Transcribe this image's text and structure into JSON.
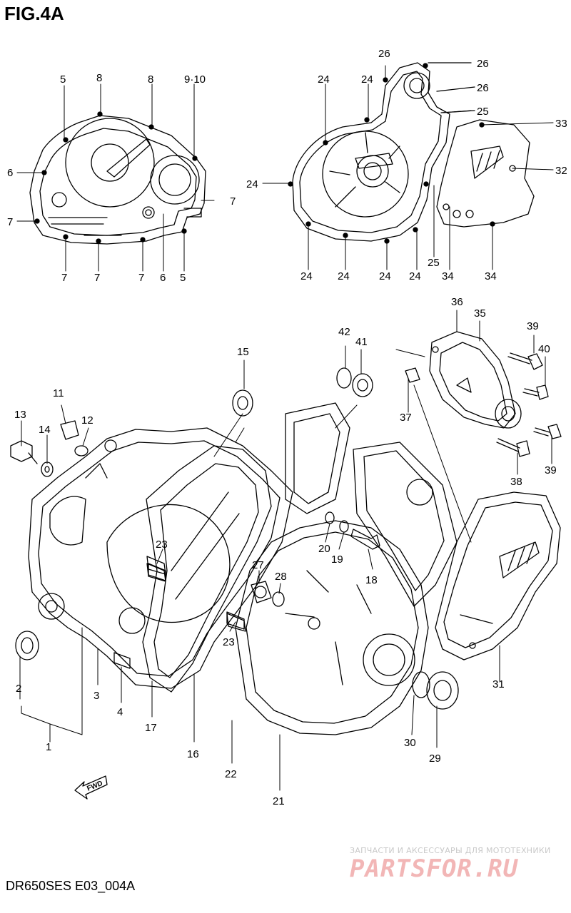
{
  "figure": {
    "title": "FIG.4A",
    "code": "DR650SES E03_004A",
    "fwd_label": "FWD"
  },
  "watermark": {
    "caption": "ЗАПЧАСТИ И АКСЕССУАРЫ ДЛЯ МОТОТЕХНИКИ",
    "logo": "PARTSFOR.RU"
  },
  "callouts": {
    "c1": "1",
    "c2": "2",
    "c3": "3",
    "c4": "4",
    "c5a": "5",
    "c5b": "5",
    "c6a": "6",
    "c6b": "6",
    "c7a": "7",
    "c7b": "7",
    "c7c": "7",
    "c7d": "7",
    "c7e": "7",
    "c8a": "8",
    "c8b": "8",
    "c910": "9·10",
    "c11": "11",
    "c12": "12",
    "c13": "13",
    "c14": "14",
    "c15": "15",
    "c16": "16",
    "c17": "17",
    "c18": "18",
    "c19": "19",
    "c20": "20",
    "c21": "21",
    "c22": "22",
    "c23a": "23",
    "c23b": "23",
    "c24a": "24",
    "c24b": "24",
    "c24c": "24",
    "c24d": "24",
    "c24e": "24",
    "c24f": "24",
    "c24g": "24",
    "c25a": "25",
    "c25b": "25",
    "c26a": "26",
    "c26b": "26",
    "c26c": "26",
    "c27": "27",
    "c28": "28",
    "c29": "29",
    "c30": "30",
    "c31": "31",
    "c32": "32",
    "c33": "33",
    "c34a": "34",
    "c34b": "34",
    "c35": "35",
    "c36": "36",
    "c37": "37",
    "c38": "38",
    "c39a": "39",
    "c39b": "39",
    "c40": "40",
    "c41": "41",
    "c42": "42"
  },
  "colors": {
    "line": "#000000",
    "background": "#ffffff",
    "watermark_logo": "#f2b6b6",
    "watermark_caption": "#c9c9c9"
  }
}
